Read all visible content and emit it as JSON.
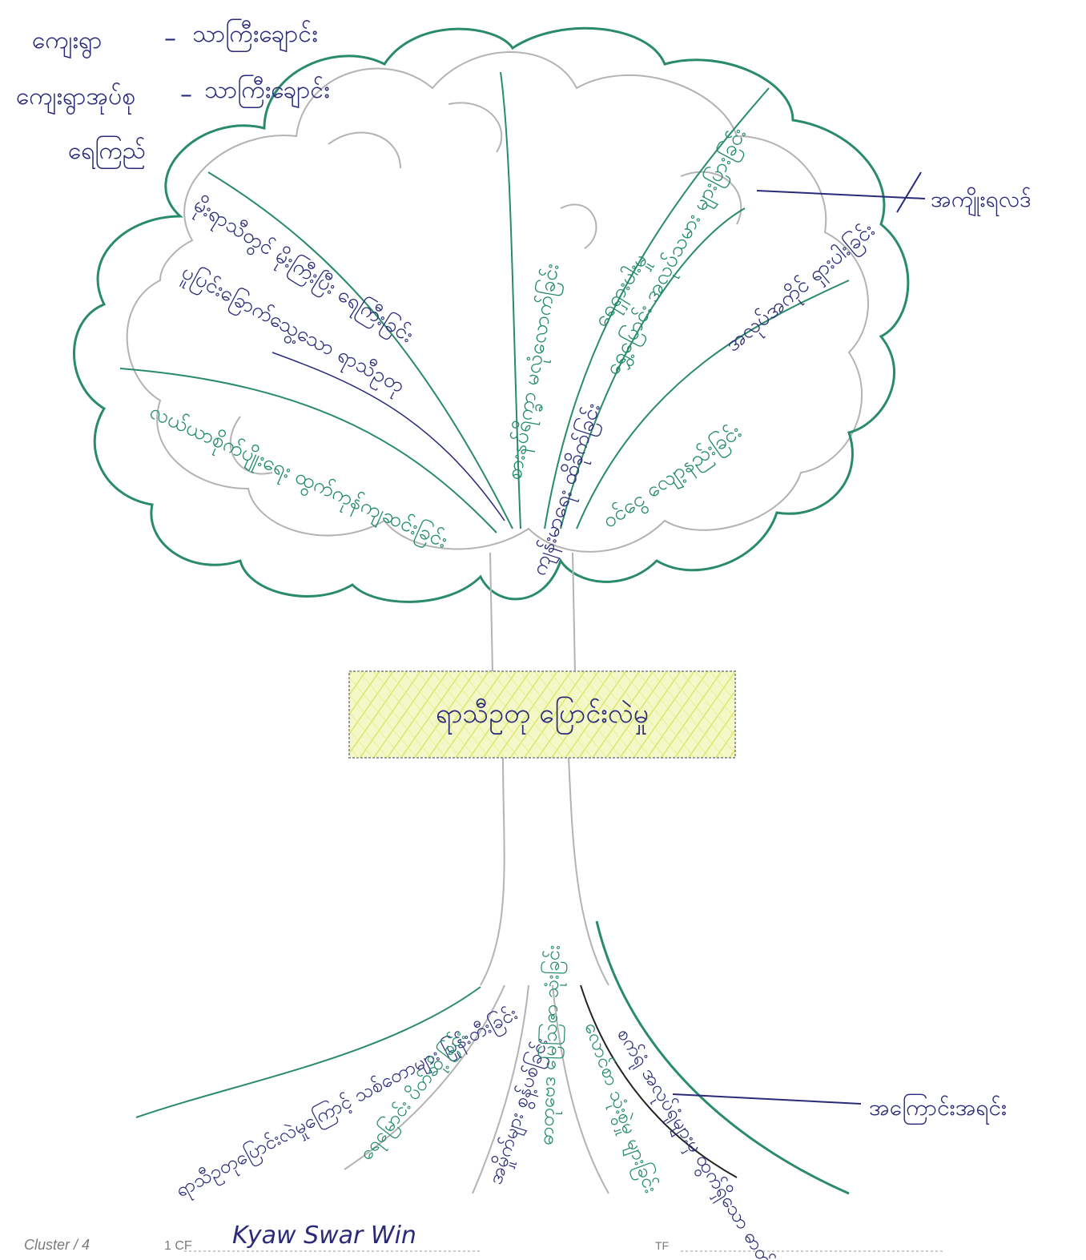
{
  "legend": {
    "line1_left": "ကျေးရွာ",
    "line1_right": "သာကြီးချောင်း",
    "line2_left": "ကျေးရွာအုပ်စု",
    "line2_right": "သာကြီးချောင်း",
    "line3": "ရေကြည်"
  },
  "center_label": "ရာသီဥတု ပြောင်းလဲမှု",
  "canopy_branches": [
    "မိုးရာသီတွင် မိုးကြီးပြီး ရေကြီးခြင်း",
    "ပူပြင်းခြောက်သွေ့သော ရာသီဥတု",
    "လယ်ယာစိုက်ပျိုးရေး ထွက်ကုန်ကျဆင်းခြင်း",
    "စားနပ်ရိက္ခာ မလုံလောက်ခြင်း",
    "ရေရှားပါးမှု",
    "ကျန်းမာရေး ထိခိုက်ခြင်း",
    "အလုပ်အကိုင် ရှားပါးခြင်း",
    "ဝင်ငွေ လျော့နည်းခြင်း",
    "ရွှေ့ပြောင်း အလုပ်သမား များပြားခြင်း"
  ],
  "effects_annotation": "အကျိုးရလဒ်",
  "causes_annotation": "အကြောင်းအရင်း",
  "root_labels": [
    "ရာသီဥတုပြောင်းလဲမှုကြောင့် သစ်တောများ ပြုန်းတီးခြင်း",
    "ရေမြောင်း ပိတ်ဆို့ခြင်း",
    "အမှိုက်များ စွန့်ပစ်ခြင်း",
    "ဓာတုဗေဒ မြေဩဇာ သုံးခြင်း",
    "လောင်စာ သုံးစွဲမှု များခြင်း",
    "စက်ရုံ အလုပ်ရုံများမှ ထွက်ရှိသော ဓာတ်ငွေ့"
  ],
  "footer": {
    "cluster_label": "Cluster / 4",
    "ce_label": "1 CF",
    "signature": "Kyaw Swar Win",
    "tf_label": "TF"
  },
  "colors": {
    "navy_ink": "#2b2a7a",
    "green_ink": "#1f8a6a",
    "pencil": "#b3b3b3",
    "highlight": "#e3ef8a"
  }
}
